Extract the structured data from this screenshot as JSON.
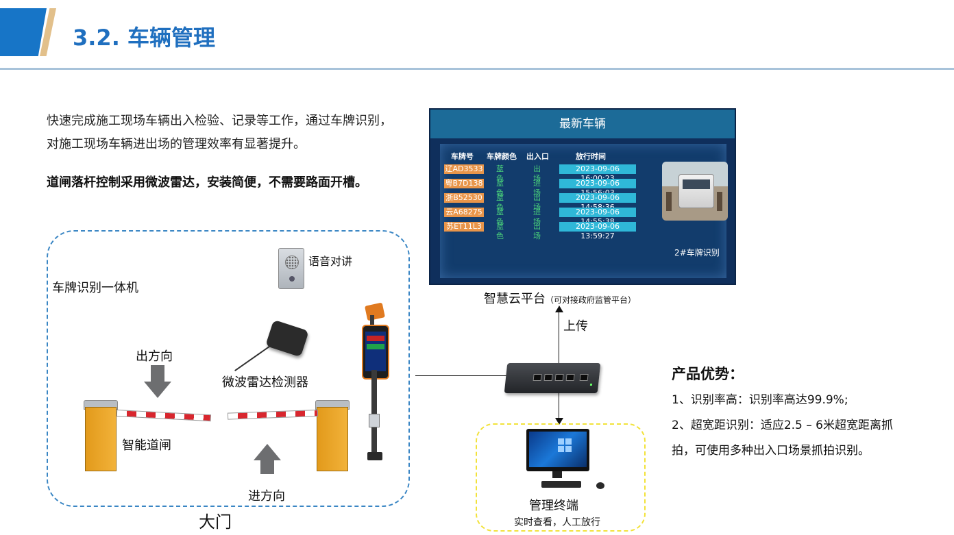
{
  "header": {
    "title": "3.2. 车辆管理"
  },
  "intro": {
    "text": "快速完成施工现场车辆出入检验、记录等工作，通过车牌识别，对施工现场车辆进出场的管理效率有显著提升。",
    "highlight": "道闸落杆控制采用微波雷达，安装简便，不需要路面开槽。"
  },
  "gate_diagram": {
    "lpr_label": "车牌识别一体机",
    "intercom_label": "语音对讲",
    "radar_label": "微波雷达检测器",
    "exit_label": "出方向",
    "entry_label": "进方向",
    "barrier_label": "智能道闸",
    "caption": "大门"
  },
  "platform": {
    "title": "最新车辆",
    "headers": [
      "车牌号",
      "车牌颜色",
      "出入口",
      "放行时间"
    ],
    "rows": [
      {
        "plate": "辽AD3533",
        "color": "蓝色",
        "gate": "出场",
        "time": "2023-09-06 16:00:23"
      },
      {
        "plate": "粤B7D138",
        "color": "蓝色",
        "gate": "进场",
        "time": "2023-09-06 15:56:03"
      },
      {
        "plate": "浙B52530",
        "color": "蓝色",
        "gate": "出场",
        "time": "2023-09-06 14:58:36"
      },
      {
        "plate": "云A68275",
        "color": "蓝色",
        "gate": "进场",
        "time": "2023-09-06 14:55:38"
      },
      {
        "plate": "苏ET11L3",
        "color": "蓝色",
        "gate": "出场",
        "time": "2023-09-06 13:59:27"
      }
    ],
    "snapshot_caption": "2#车牌识别",
    "caption": "智慧云平台",
    "caption_sub": "（可对接政府监管平台）"
  },
  "network": {
    "upload_label": "上传"
  },
  "terminal": {
    "label": "管理终端",
    "sub": "实时查看，人工放行"
  },
  "advantages": {
    "title": "产品优势：",
    "item1": "1、识别率高：识别率高达99.9%;",
    "item2": "2、超宽距识别：适应2.5 – 6米超宽距离抓拍，可使用多种出入口场景抓拍识别。"
  },
  "colors": {
    "accent": "#1f6fbf",
    "tan": "#e2c08b",
    "panel": "#0f2f5c"
  }
}
